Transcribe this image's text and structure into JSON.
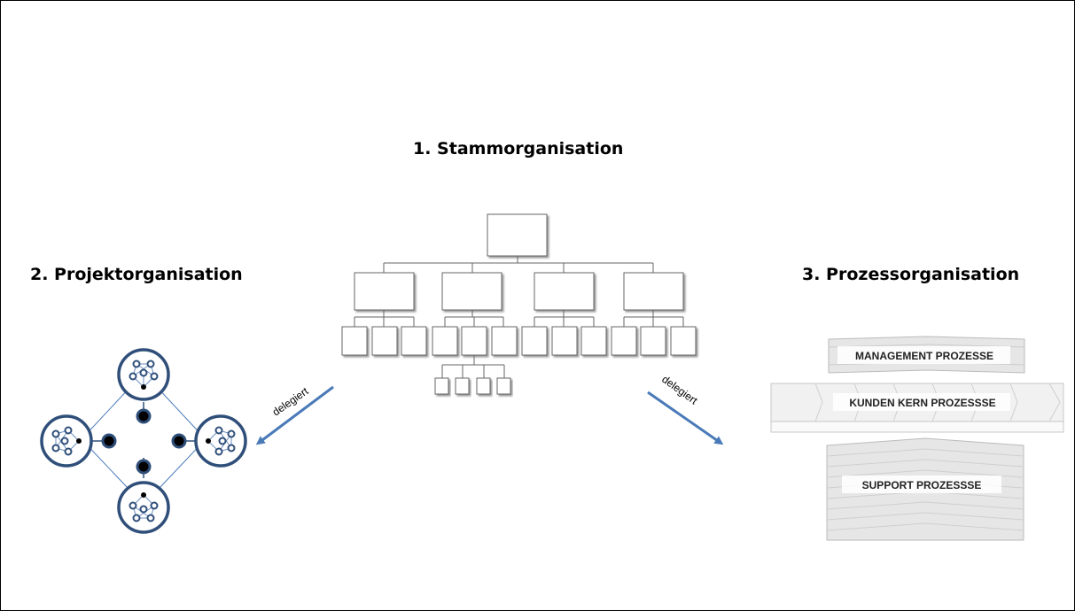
{
  "headings": {
    "stammorganisation": "1. Stammorganisation",
    "projektorganisation": "2. Projektorganisation",
    "prozessorganisation": "3. Prozessorganisation"
  },
  "arrows": {
    "left_label": "delegiert",
    "right_label": "delegiert"
  },
  "process_blocks": {
    "management": "MANAGEMENT PROZESSE",
    "core": "KUNDEN KERN PROZESSSE",
    "support": "SUPPORT PROZESSSE"
  },
  "colors": {
    "arrow": "#4a7ab8",
    "network": "#2f4f7a",
    "network_light": "#6d8fc2",
    "box_stroke": "#666666",
    "process_fill": "#e6e6e6"
  }
}
